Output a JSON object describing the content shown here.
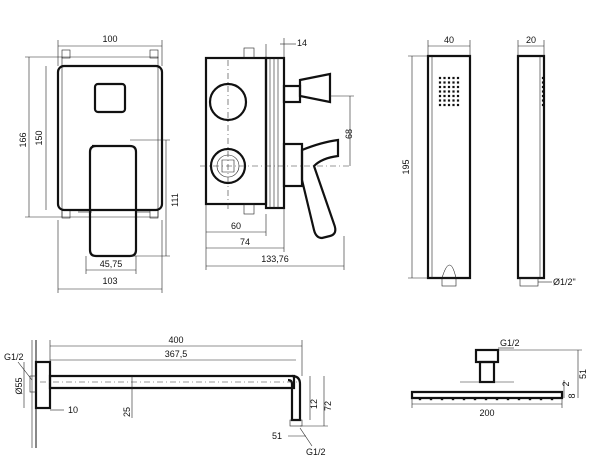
{
  "drawing": {
    "top_left": {
      "width": "100",
      "height_outer": "166",
      "height_inner": "150",
      "lever_height": "111",
      "lever_width": "45,75",
      "lever_total": "103"
    },
    "top_middle": {
      "depth_top": "14",
      "spindle_offset": "68",
      "body_depth": "60",
      "overall_depth": "74",
      "total_depth": "133,76"
    },
    "hand_shower": {
      "width": "40",
      "depth": "20",
      "length": "195",
      "thread": "Ø1/2\""
    },
    "shower_arm": {
      "inlet": "G1/2",
      "diameter": "Ø55",
      "length_total": "400",
      "length_inner": "367,5",
      "wall_offset": "10",
      "bar_height": "25",
      "drop_small": "12",
      "drop": "72",
      "end_width": "51",
      "outlet": "G1/2"
    },
    "head": {
      "inlet": "G1/2",
      "height": "51",
      "plate_thickness": "2",
      "thickness": "8",
      "diameter": "200"
    }
  }
}
